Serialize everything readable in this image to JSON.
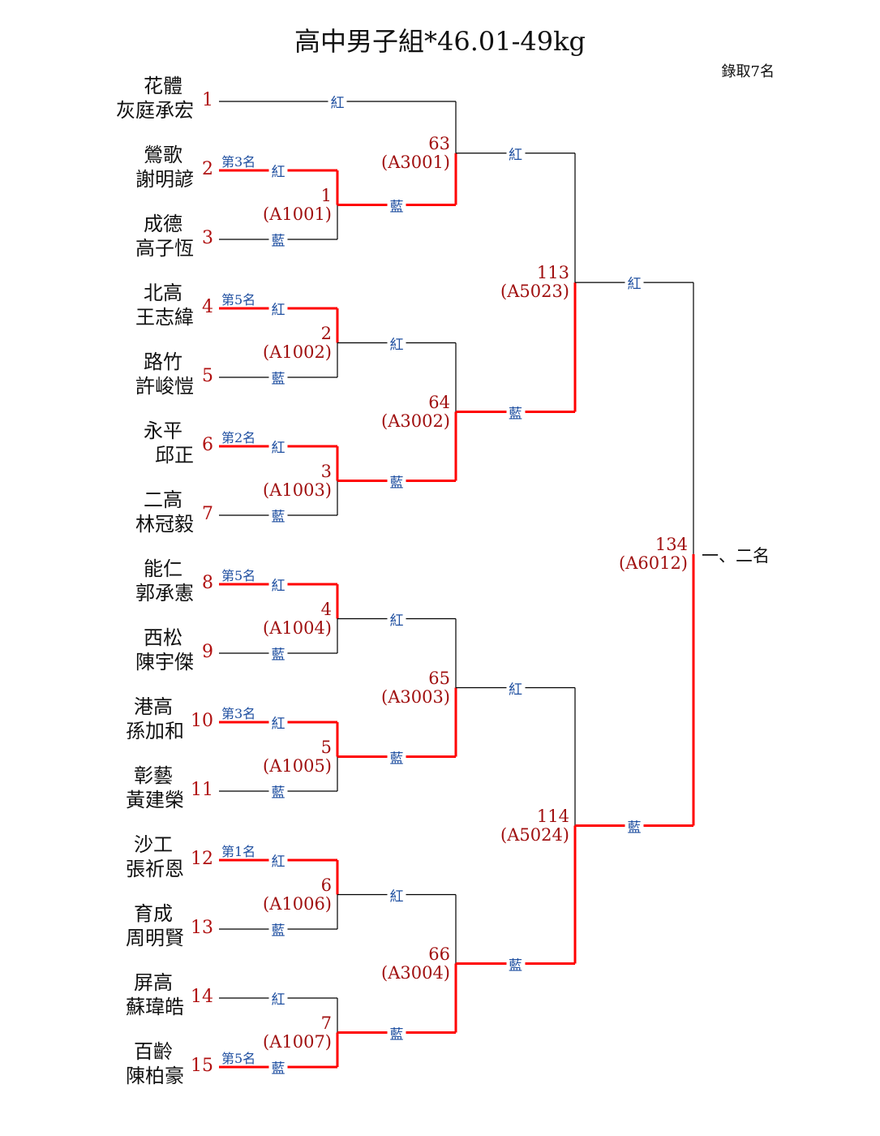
{
  "title": "高中男子組*46.01-49kg",
  "quota": "錄取7名",
  "red_label": "紅",
  "blue_label": "藍",
  "final_label": "一、二名",
  "colors": {
    "win_line": "#ff0000",
    "line": "#000000",
    "seed": "#b01010",
    "corner": "#1f4fa0"
  },
  "players": [
    {
      "seed": "1",
      "team": "花體",
      "name": "灰庭承宏",
      "rank": ""
    },
    {
      "seed": "2",
      "team": "鶯歌",
      "name": "謝明諺",
      "rank": "第3名"
    },
    {
      "seed": "3",
      "team": "成德",
      "name": "高子恆",
      "rank": ""
    },
    {
      "seed": "4",
      "team": "北高",
      "name": "王志緯",
      "rank": "第5名"
    },
    {
      "seed": "5",
      "team": "路竹",
      "name": "許峻愷",
      "rank": ""
    },
    {
      "seed": "6",
      "team": "永平",
      "name": "邱正",
      "rank": "第2名"
    },
    {
      "seed": "7",
      "team": "二高",
      "name": "林冠毅",
      "rank": ""
    },
    {
      "seed": "8",
      "team": "能仁",
      "name": "郭承憲",
      "rank": "第5名"
    },
    {
      "seed": "9",
      "team": "西松",
      "name": "陳宇傑",
      "rank": ""
    },
    {
      "seed": "10",
      "team": "港高",
      "name": "孫加和",
      "rank": "第3名"
    },
    {
      "seed": "11",
      "team": "彰藝",
      "name": "黃建榮",
      "rank": ""
    },
    {
      "seed": "12",
      "team": "沙工",
      "name": "張祈恩",
      "rank": "第1名"
    },
    {
      "seed": "13",
      "team": "育成",
      "name": "周明賢",
      "rank": ""
    },
    {
      "seed": "14",
      "team": "屏高",
      "name": "蘇瑋皓",
      "rank": ""
    },
    {
      "seed": "15",
      "team": "百齡",
      "name": "陳柏豪",
      "rank": "第5名"
    }
  ],
  "rounds": [
    [
      {
        "no": "1",
        "code": "(A1001)",
        "winner": "red"
      },
      {
        "no": "2",
        "code": "(A1002)",
        "winner": "red"
      },
      {
        "no": "3",
        "code": "(A1003)",
        "winner": "red"
      },
      {
        "no": "4",
        "code": "(A1004)",
        "winner": "red"
      },
      {
        "no": "5",
        "code": "(A1005)",
        "winner": "red"
      },
      {
        "no": "6",
        "code": "(A1006)",
        "winner": "red"
      },
      {
        "no": "7",
        "code": "(A1007)",
        "winner": "blue"
      }
    ],
    [
      {
        "no": "63",
        "code": "(A3001)",
        "winner": "blue"
      },
      {
        "no": "64",
        "code": "(A3002)",
        "winner": "blue"
      },
      {
        "no": "65",
        "code": "(A3003)",
        "winner": "blue"
      },
      {
        "no": "66",
        "code": "(A3004)",
        "winner": "blue"
      }
    ],
    [
      {
        "no": "113",
        "code": "(A5023)",
        "winner": "blue"
      },
      {
        "no": "114",
        "code": "(A5024)",
        "winner": "blue"
      }
    ],
    [
      {
        "no": "134",
        "code": "(A6012)",
        "winner": "blue"
      }
    ]
  ]
}
